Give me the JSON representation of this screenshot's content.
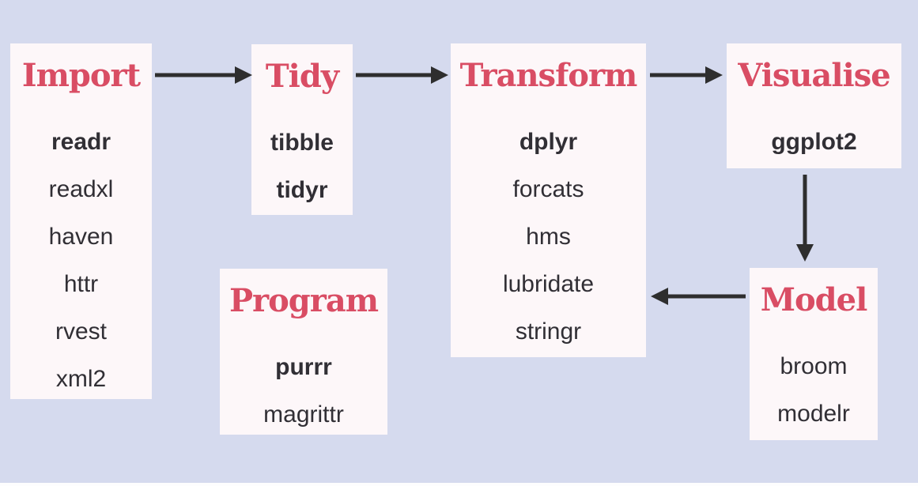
{
  "diagram": {
    "background_color": "#d5daee",
    "box_color": "#fdf7f9",
    "title_color": "#d94d64",
    "text_color": "#312f35",
    "arrow_color": "#2e2e2e",
    "boxes": {
      "import": {
        "title": "Import",
        "packages": [
          "readr",
          "readxl",
          "haven",
          "httr",
          "rvest",
          "xml2"
        ]
      },
      "tidy": {
        "title": "Tidy",
        "packages": [
          "tibble",
          "tidyr"
        ]
      },
      "transform": {
        "title": "Transform",
        "packages": [
          "dplyr",
          "forcats",
          "hms",
          "lubridate",
          "stringr"
        ]
      },
      "visualise": {
        "title": "Visualise",
        "packages": [
          "ggplot2"
        ]
      },
      "model": {
        "title": "Model",
        "packages": [
          "broom",
          "modelr"
        ]
      },
      "program": {
        "title": "Program",
        "packages": [
          "purrr",
          "magrittr"
        ]
      }
    },
    "arrows": [
      {
        "name": "import-to-tidy",
        "from": "Import",
        "to": "Tidy",
        "direction": "right"
      },
      {
        "name": "tidy-to-transform",
        "from": "Tidy",
        "to": "Transform",
        "direction": "right"
      },
      {
        "name": "transform-to-visualise",
        "from": "Transform",
        "to": "Visualise",
        "direction": "right"
      },
      {
        "name": "visualise-to-model",
        "from": "Visualise",
        "to": "Model",
        "direction": "down"
      },
      {
        "name": "model-to-transform",
        "from": "Model",
        "to": "Transform",
        "direction": "left"
      }
    ]
  }
}
